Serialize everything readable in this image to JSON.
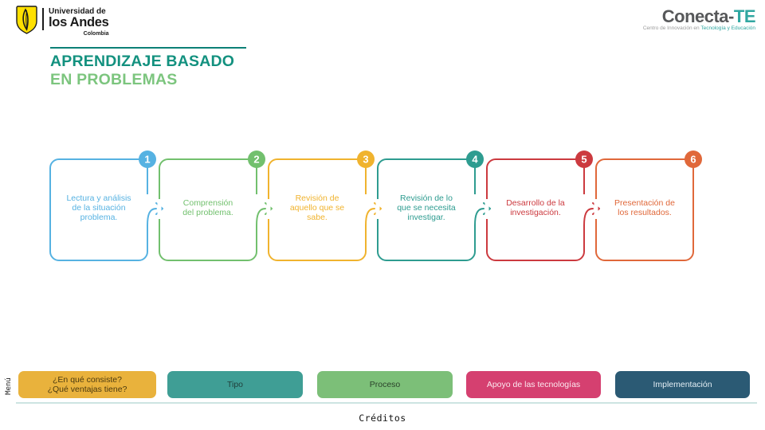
{
  "header": {
    "uniandes": {
      "name_top": "Universidad de",
      "name_bottom": "los Andes",
      "country": "Colombia",
      "shield_color": "#ffe000"
    },
    "conectate": {
      "brand": "Conecta-",
      "brand_accent": "TE",
      "tagline": "Centro de Innovación en ",
      "tagline_accent": "Tecnología y Educación",
      "accent_color": "#30a7a1",
      "brand_color": "#57585a"
    }
  },
  "title": {
    "line1": "APRENDIZAJE BASADO",
    "line2": "EN PROBLEMAS",
    "line1_color": "#13917f",
    "line2_color": "#7cc57e"
  },
  "process": {
    "steps": [
      {
        "number": "1",
        "lines": [
          "Lectura y análisis",
          "de la situación",
          "problema."
        ],
        "color": "#56b2e2"
      },
      {
        "number": "2",
        "lines": [
          "Comprensión",
          "del problema."
        ],
        "color": "#72c06e"
      },
      {
        "number": "3",
        "lines": [
          "Revisión de",
          "aquello que se",
          "sabe."
        ],
        "color": "#f0b32e"
      },
      {
        "number": "4",
        "lines": [
          "Revisión de lo",
          "que se necesita",
          "investigar."
        ],
        "color": "#2e9c90"
      },
      {
        "number": "5",
        "lines": [
          "Desarrollo de la",
          "investigación."
        ],
        "color": "#cc3a3f"
      },
      {
        "number": "6",
        "lines": [
          "Presentación de",
          "los resultados."
        ],
        "color": "#e0683a"
      }
    ]
  },
  "menu": {
    "side_label": "Menú",
    "buttons": [
      {
        "id": "consiste",
        "lines": [
          "¿En qué consiste?",
          "¿Qué ventajas tiene?"
        ],
        "bg": "#e9b23c",
        "fg": "#4b3a10"
      },
      {
        "id": "tipo",
        "lines": [
          "Tipo"
        ],
        "bg": "#3f9e95",
        "fg": "#21403c"
      },
      {
        "id": "proceso",
        "lines": [
          "Proceso"
        ],
        "bg": "#7cbf78",
        "fg": "#2b432b"
      },
      {
        "id": "apoyo-tecnologias",
        "lines": [
          "Apoyo de las tecnologías"
        ],
        "bg": "#d54070",
        "fg": "#fce9f0"
      },
      {
        "id": "implementacion",
        "lines": [
          "Implementación"
        ],
        "bg": "#2b5a74",
        "fg": "#e3eef4"
      }
    ],
    "credits": "Créditos"
  }
}
